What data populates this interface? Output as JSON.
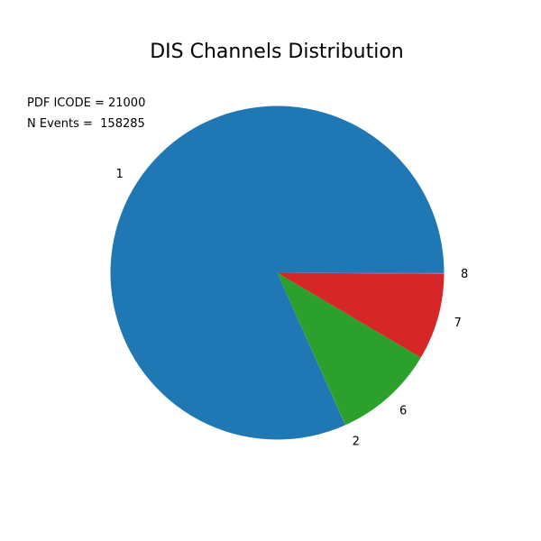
{
  "chart_data": {
    "type": "pie",
    "title": "DIS Channels Distribution",
    "annotations": [
      "PDF ICODE = 21000",
      "N Events =  158285"
    ],
    "slices": [
      {
        "label": "1",
        "value": 75.0,
        "color": "#1f77b4"
      },
      {
        "label": "2",
        "value": 0.01,
        "color": "#ff7f0e"
      },
      {
        "label": "6",
        "value": 9.0,
        "color": "#2ca02c"
      },
      {
        "label": "7",
        "value": 7.7,
        "color": "#d62728"
      },
      {
        "label": "8",
        "value": 0.1,
        "color": "#9467bd"
      }
    ],
    "start_angle_deg": 0,
    "direction": "counterclockwise",
    "legend": "none"
  }
}
